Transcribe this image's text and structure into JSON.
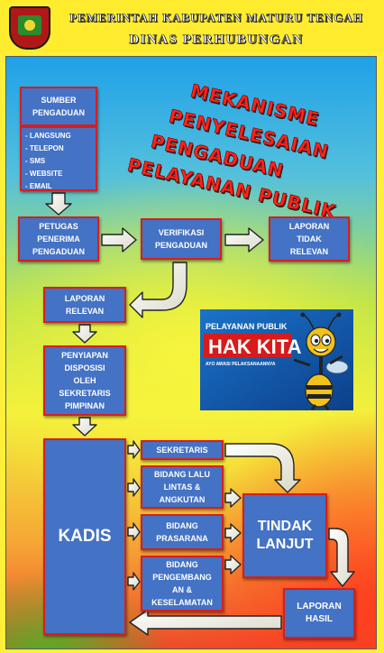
{
  "header": {
    "line1": "PEMERINTAH KABUPATEN MATURU TENGAH",
    "line2": "DINAS PERHUBUNGAN"
  },
  "title": {
    "line1": "MEKANISME",
    "line2": "PENYELESAIAN",
    "line3": "PENGADUAN",
    "line4": "PELAYANAN PUBLIK"
  },
  "flow": {
    "sumber": [
      "SUMBER",
      "PENGADUAN"
    ],
    "channels": [
      "-    LANGSUNG",
      "-    TELEPON",
      "-    SMS",
      "-    WEBSITE",
      "-    EMAIL"
    ],
    "petugas": [
      "PETUGAS",
      "PENERIMA",
      "PENGADUAN"
    ],
    "verifikasi": [
      "VERIFIKASI",
      "PENGADUAN"
    ],
    "laporan_tidak_relevan": [
      "LAPORAN",
      "TIDAK",
      "RELEVAN"
    ],
    "laporan_relevan": [
      "LAPORAN",
      "RELEVAN"
    ],
    "penyiapan": [
      "PENYIAPAN",
      "DISPOSISI",
      "OLEH",
      "SEKRETARIS",
      "PIMPINAN"
    ],
    "kadis": "KADIS",
    "sekretaris": "SEKRETARIS",
    "bidang_lalu_lintas": [
      "BIDANG LALU",
      "LINTAS &",
      "ANGKUTAN"
    ],
    "bidang_prasarana": [
      "BIDANG",
      "PRASARANA"
    ],
    "bidang_pengembangan": [
      "BIDANG",
      "PENGEMBANG",
      "AN &",
      "KESELAMATAN"
    ],
    "tindak_lanjut": [
      "TINDAK",
      "LANJUT"
    ],
    "laporan_hasil": [
      "LAPORAN",
      "HASIL"
    ]
  },
  "poster": {
    "line1": "PELAYANAN PUBLIK",
    "line2": "HAK KITA",
    "line3": "AYO AWASI PELAKSANAANNYA"
  },
  "colors": {
    "box_fill": "#4472c4",
    "box_border": "#d81e1e",
    "title_red": "#ff2418",
    "banner_yellow": "#ffec2e"
  }
}
